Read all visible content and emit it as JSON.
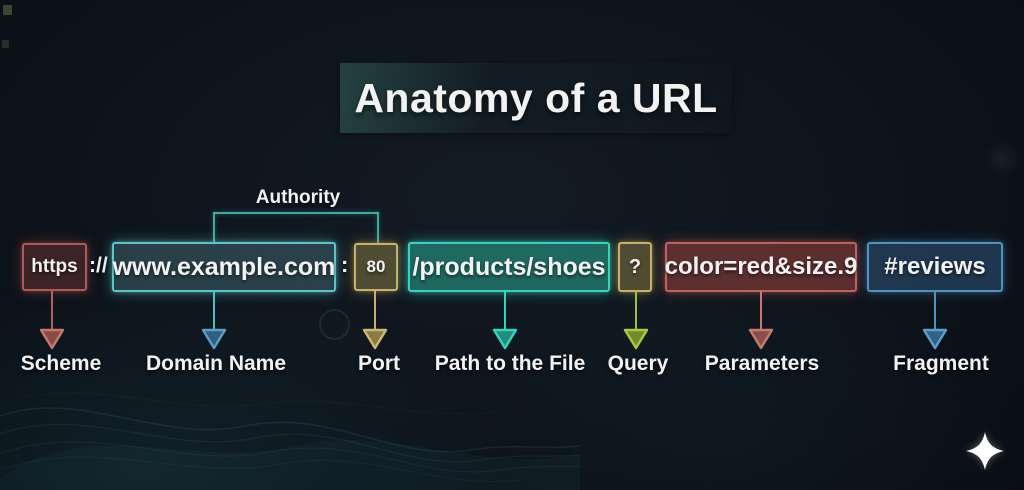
{
  "title": "Anatomy of a URL",
  "authority": {
    "label": "Authority",
    "color": "#3fa9a2"
  },
  "separators": {
    "scheme_domain": "://",
    "domain_port": ":"
  },
  "components": {
    "scheme": {
      "box_text": "https",
      "label": "Scheme",
      "box_border": "#b25a54",
      "box_fill": "rgba(155,70,66,0.33)",
      "glow": "rgba(200,95,85,0.35)",
      "line_color": "#b2625a",
      "arrow_border": "#c27a70",
      "arrow_fill": "#8a4a44"
    },
    "domain": {
      "box_text": "www.example.com",
      "label": "Domain Name",
      "box_border": "#5cc5c5",
      "box_fill": "rgba(110,175,190,0.28)",
      "glow": "rgba(90,200,205,0.45)",
      "line_color": "#4fc0c0",
      "arrow_border": "#5b9fc9",
      "arrow_fill": "#2e5f7e"
    },
    "port": {
      "box_text": "80",
      "label": "Port",
      "box_border": "#c7b266",
      "box_fill": "rgba(170,150,80,0.42)",
      "glow": "rgba(205,180,95,0.40)",
      "line_color": "#c7b266",
      "arrow_border": "#cdb96e",
      "arrow_fill": "#8a7a45"
    },
    "path": {
      "box_text": "/products/shoes",
      "label": "Path to the File",
      "box_border": "#38d3bf",
      "box_fill": "rgba(40,158,140,0.60)",
      "glow": "rgba(56,211,191,0.50)",
      "line_color": "#38d3bf",
      "arrow_border": "#38d3bf",
      "arrow_fill": "#1f8e7e"
    },
    "query": {
      "box_text": "?",
      "label": "Query",
      "box_border": "#c7b266",
      "box_fill": "rgba(170,150,80,0.42)",
      "glow": "rgba(205,180,95,0.40)",
      "line_color": "#9cc23f",
      "arrow_border": "#a6c945",
      "arrow_fill": "#6f8c2a"
    },
    "params": {
      "box_text": "color=red&size.9",
      "label": "Parameters",
      "box_border": "#c2615b",
      "box_fill": "rgba(163,70,66,0.52)",
      "glow": "rgba(200,95,85,0.40)",
      "line_color": "#c47a70",
      "arrow_border": "#c47a70",
      "arrow_fill": "#8a4f48"
    },
    "fragment": {
      "box_text": "#reviews",
      "label": "Fragment",
      "box_border": "#4c94c2",
      "box_fill": "rgba(56,100,145,0.45)",
      "glow": "rgba(80,150,200,0.35)",
      "line_color": "#4c94c2",
      "arrow_border": "#5b9fc9",
      "arrow_fill": "#2e6286"
    }
  },
  "decor": {
    "sparkle_icon": "four-pointed-star",
    "sparkle_color": "#ffffff"
  }
}
